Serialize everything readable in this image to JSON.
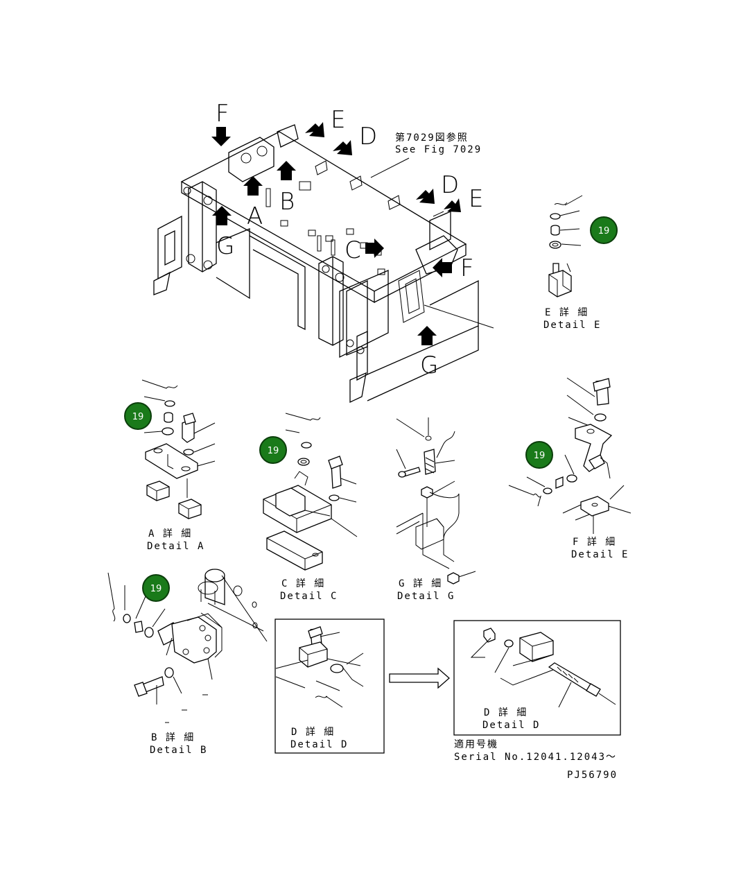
{
  "labels": {
    "F_top": "F",
    "E_top": "E",
    "D_top": "D",
    "A": "A",
    "B": "B",
    "C": "C",
    "G_left": "G",
    "D_right": "D",
    "E_right": "E",
    "F_right": "F",
    "G_bottom": "G"
  },
  "fig_ref": {
    "jp": "第7029図参照",
    "en": "See Fig 7029"
  },
  "badges": [
    {
      "id": "badge-e",
      "text": "19"
    },
    {
      "id": "badge-a",
      "text": "19"
    },
    {
      "id": "badge-c",
      "text": "19"
    },
    {
      "id": "badge-f",
      "text": "19"
    },
    {
      "id": "badge-b",
      "text": "19"
    }
  ],
  "details": {
    "E": {
      "jp": "E 詳 細",
      "en": "Detail E"
    },
    "A": {
      "jp": "A 詳 細",
      "en": "Detail A"
    },
    "C": {
      "jp": "C 詳 細",
      "en": "Detail C"
    },
    "G": {
      "jp": "G 詳 細",
      "en": "Detail G"
    },
    "F": {
      "jp": "F 詳 細",
      "en": "Detail E"
    },
    "B": {
      "jp": "B 詳 細",
      "en": "Detail B"
    },
    "D_old": {
      "jp": "D 詳 細",
      "en": "Detail D"
    },
    "D_new": {
      "jp": "D 詳 細",
      "en": "Detail D"
    }
  },
  "serial": {
    "jp": "適用号機",
    "en": "Serial No.12041.12043～"
  },
  "drawing_no": "PJ56790",
  "colors": {
    "badge_fill": "#1a7a1a",
    "badge_text": "#ffffff",
    "line": "#000000",
    "background": "#ffffff"
  }
}
